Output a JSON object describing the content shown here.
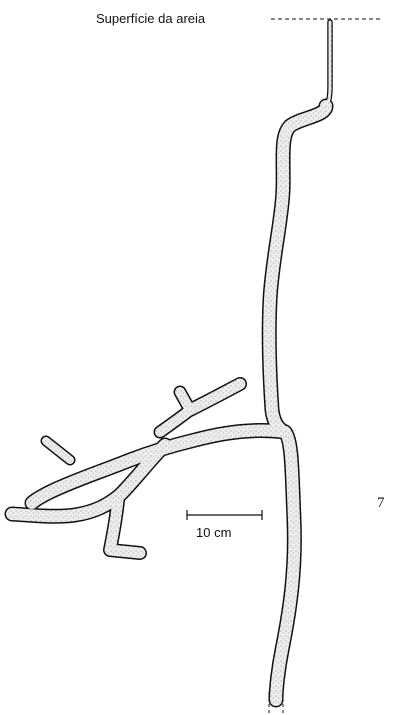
{
  "labels": {
    "surface": "Superfície da areia",
    "scale": "10 cm",
    "figure_number": "7"
  },
  "colors": {
    "ink": "#111111",
    "tube_fill": "#e9e9e9",
    "stipple": "#8a8a8a"
  }
}
